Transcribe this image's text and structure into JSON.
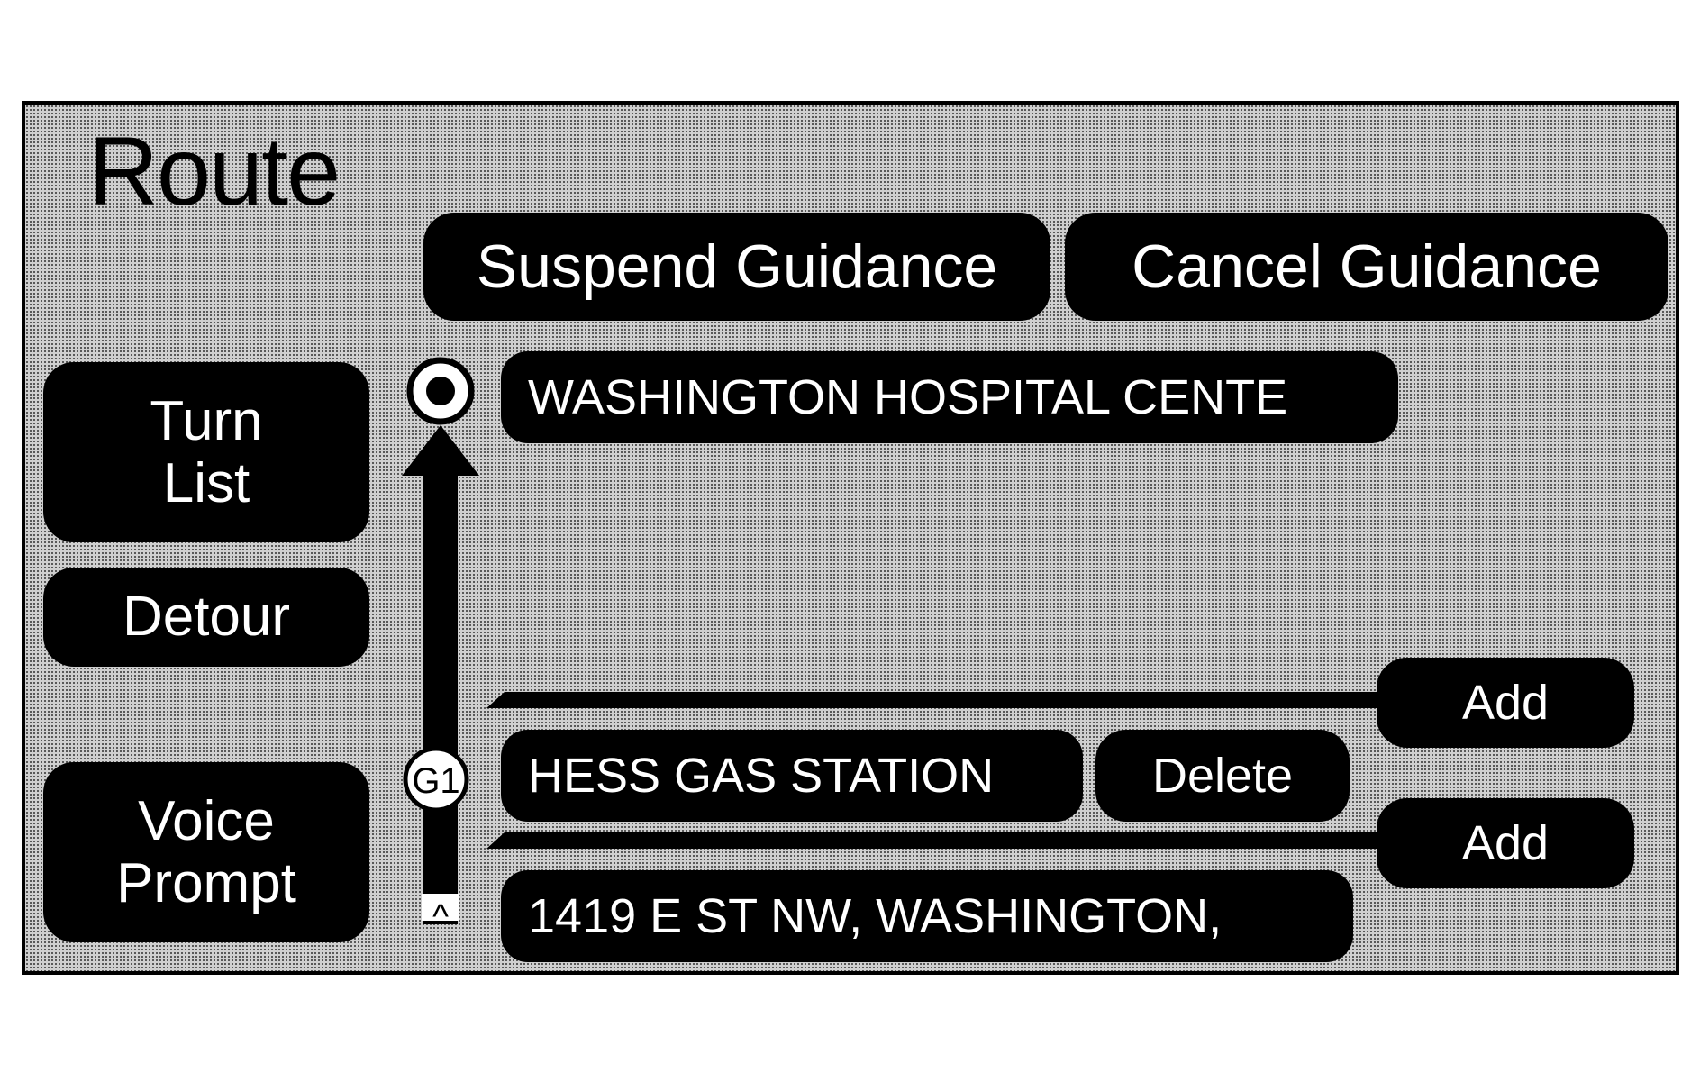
{
  "screen": {
    "title": "Route"
  },
  "guidance": {
    "suspend_label": "Suspend Guidance",
    "cancel_label": "Cancel Guidance"
  },
  "sidebar": {
    "turn_list_label": "Turn\nList",
    "detour_label": "Detour",
    "voice_prompt_label": "Voice\nPrompt"
  },
  "route": {
    "destination": "WASHINGTON HOSPITAL CENTE",
    "waypoint_marker": "G1",
    "start_marker": "^",
    "waypoints": [
      {
        "name": "HESS GAS STATION",
        "delete_label": "Delete"
      }
    ],
    "start": "1419 E ST NW, WASHINGTON,",
    "add_label": "Add"
  },
  "colors": {
    "button_bg": "#000000",
    "button_text": "#ffffff",
    "screen_bg": "#cfcfcf"
  }
}
